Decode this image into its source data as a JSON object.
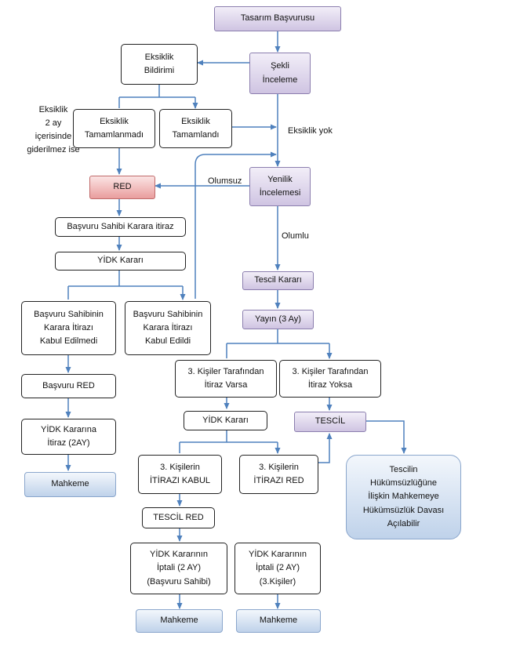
{
  "nodes": {
    "tasarim_basvurusu": "Tasarım Başvurusu",
    "sekli_inceleme": [
      "Şekli",
      "İnceleme"
    ],
    "eksiklik_bildirimi": [
      "Eksiklik",
      "Bildirimi"
    ],
    "eksiklik_tamamlanmadi": [
      "Eksiklik",
      "Tamamlanmadı"
    ],
    "eksiklik_tamamlandi": [
      "Eksiklik",
      "Tamamlandı"
    ],
    "yenilik_incelemesi": [
      "Yenilik",
      "İncelemesi"
    ],
    "red": "RED",
    "basvuru_sahibi_itiraz": "Başvuru Sahibi Karara itiraz",
    "yidk_karari_1": "YİDK Kararı",
    "itiraz_kabul_edilmedi": [
      "Başvuru Sahibinin",
      "Karara İtirazı",
      "Kabul Edilmedi"
    ],
    "itiraz_kabul_edildi": [
      "Başvuru Sahibinin",
      "Karara İtirazı",
      "Kabul Edildi"
    ],
    "basvuru_red": "Başvuru RED",
    "yidk_kararina_itiraz": [
      "YİDK Kararına",
      "İtiraz (2AY)"
    ],
    "mahkeme_1": "Mahkeme",
    "tescil_karari": "Tescil Kararı",
    "yayin": "Yayın (3 Ay)",
    "ucuncu_itiraz_varsa": [
      "3. Kişiler Tarafından",
      "İtiraz Varsa"
    ],
    "ucuncu_itiraz_yoksa": [
      "3. Kişiler Tarafından",
      "İtiraz Yoksa"
    ],
    "yidk_karari_2": "YİDK Kararı",
    "tescil": "TESCİL",
    "itirazi_kabul": [
      "3. Kişilerin",
      "İTİRAZI KABUL"
    ],
    "itirazi_red": [
      "3. Kişilerin",
      "İTİRAZI RED"
    ],
    "hukumsuzluk": [
      "Tescilin",
      "Hükümsüzlüğüne",
      "İlişkin Mahkemeye",
      "Hükümsüzlük Davası",
      "Açılabilir"
    ],
    "tescil_red": "TESCİL RED",
    "iptal_basvuru_sahibi": [
      "YİDK Kararının",
      "İptali (2 AY)",
      "(Başvuru Sahibi)"
    ],
    "iptal_ucuncu": [
      "YİDK Kararının",
      "İptali (2 AY)",
      "(3.Kişiler)"
    ],
    "mahkeme_2": "Mahkeme",
    "mahkeme_3": "Mahkeme"
  },
  "labels": {
    "eksiklik_2ay": [
      "Eksiklik",
      "2 ay",
      "içerisinde",
      "giderilmez ise"
    ],
    "eksiklik_yok": "Eksiklik yok",
    "olumsuz": "Olumsuz",
    "olumlu": "Olumlu"
  },
  "colors": {
    "arrow": "#4f81bd",
    "border": "#222222"
  }
}
